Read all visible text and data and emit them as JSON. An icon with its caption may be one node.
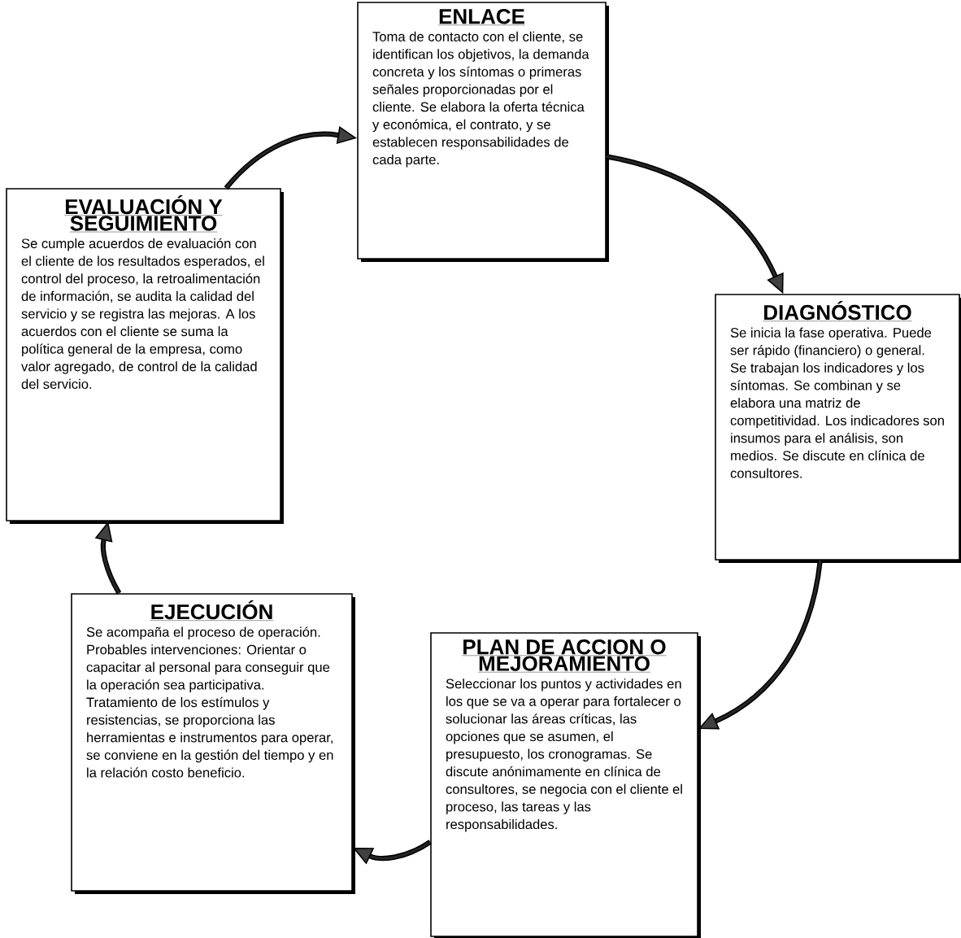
{
  "diagram": {
    "nodes": [
      {
        "text": [
          "ENLACE",
          "Toma de contacto con el cliente, se identifican los objetivos, la demanda concreta y los síntomas o primeras señales proporcionadas por el cliente. Se elabora la oferta técnica y económica, el contrato, y se establecen responsabilidades de cada parte."
        ]
      },
      {
        "text": [
          "DIAGNÓSTICO",
          "Se inicia la fase operativa. Puede ser rápido (financiero) o general. Se trabajan los indicadores y los síntomas. Se combinan y se elabora una matriz de competitividad. Los indicadores son insumos para el análisis, son medios. Se discute en clínica de consultores."
        ]
      },
      {
        "text": [
          "PLAN DE ACCION O MEJORAMIENTO",
          "Seleccionar los puntos y actividades en los que se va a operar para fortalecer o solucionar las áreas críticas, las opciones que se asumen, el presupuesto, los cronogramas. Se discute anónimamente en clínica de consultores, se negocia con el cliente el proceso, las tareas y las responsabilidades."
        ]
      },
      {
        "text": [
          "EJECUCIÓN",
          "Se acompaña el proceso de operación. Probables intervenciones: Orientar o capacitar al personal para conseguir que la operación sea participativa. Tratamiento de los estímulos y resistencias, se proporciona las herramientas e instrumentos para operar, se conviene en la gestión del tiempo y en la relación costo beneficio."
        ]
      },
      {
        "text": [
          "EVALUACIÓN Y SEGUIMIENTO",
          "Se cumple acuerdos de evaluación con el cliente de los resultados esperados, el control del proceso, la retroalimentación de información, se audita la calidad del servicio y se registra las mejoras. A los acuerdos con el cliente se suma la política general de la empresa, como valor agregado, de control de la calidad del servicio."
        ]
      }
    ],
    "edges": [
      {
        "from": 0,
        "to": 1,
        "arrow": "to"
      },
      {
        "from": 1,
        "to": 2,
        "arrow": "to"
      },
      {
        "from": 2,
        "to": 3,
        "arrow": "to"
      },
      {
        "from": 3,
        "to": 4,
        "arrow": "to"
      },
      {
        "from": 4,
        "to": 0,
        "arrow": "to"
      }
    ]
  }
}
